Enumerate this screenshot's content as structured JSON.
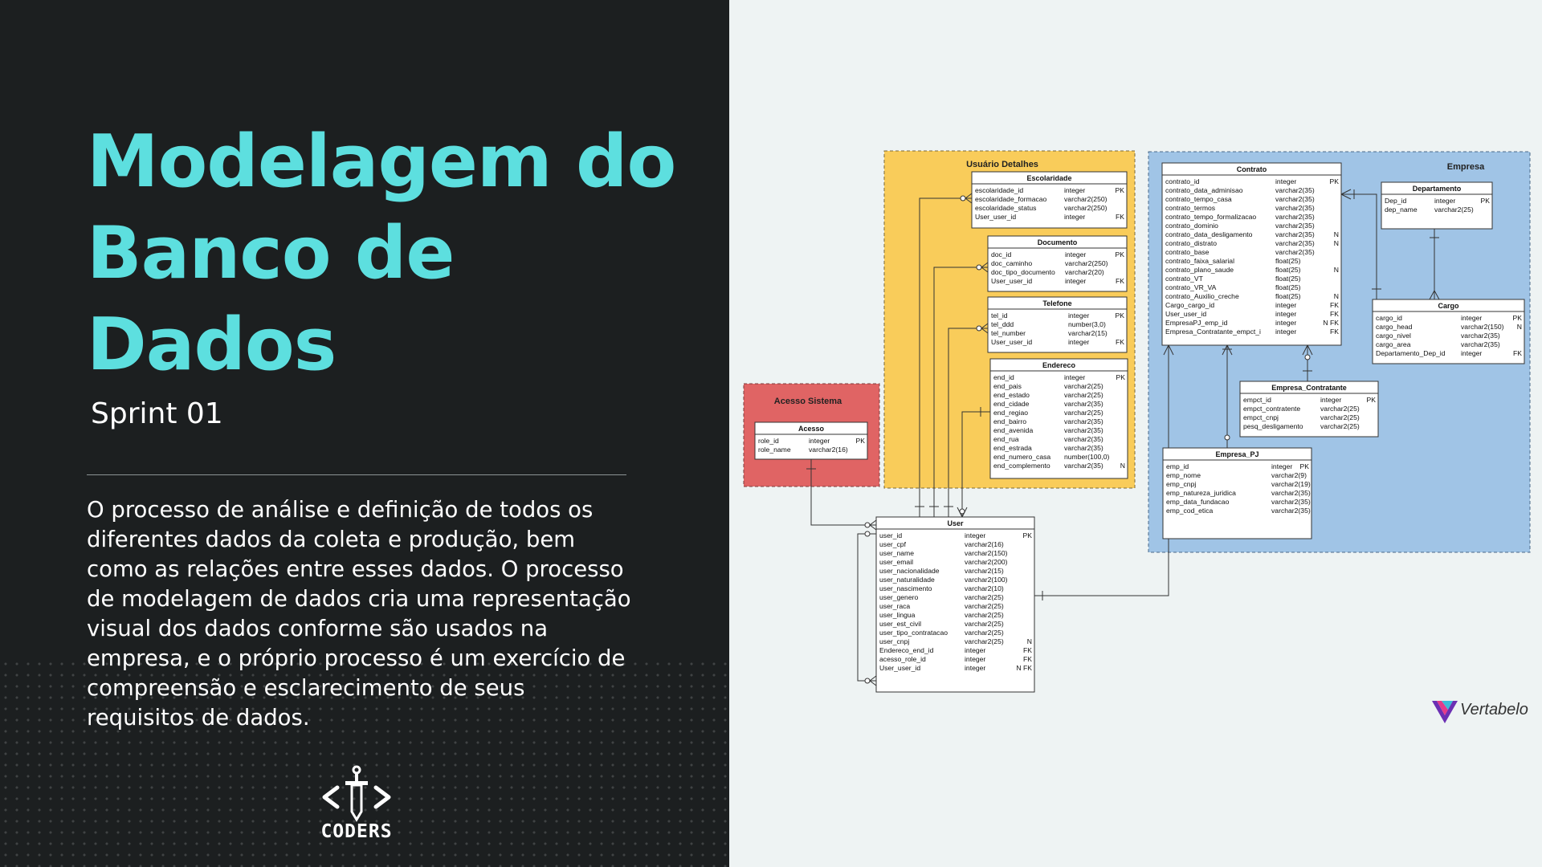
{
  "slide": {
    "title": "Modelagem do Banco de Dados",
    "subtitle": "Sprint 01",
    "paragraph": "O processo de análise e definição de todos os diferentes dados da coleta e produção, bem como as relações entre esses dados. O processo de modelagem de dados cria uma representação visual dos dados conforme são usados na empresa, e o próprio processo é um exercício de compreensão e esclarecimento de seus requisitos de dados.",
    "logo_text": "CODERS",
    "brand_text": "Vertabelo"
  },
  "colors": {
    "dark_bg": "#1c1f20",
    "accent": "#5ddfdf",
    "group_yellow": "#f9cc5a",
    "group_red": "#e06464",
    "group_blue": "#a0c4e6"
  },
  "diagram": {
    "groups": [
      {
        "id": "usuario",
        "title": "Usuário Detalhes"
      },
      {
        "id": "acesso",
        "title": "Acesso Sistema"
      },
      {
        "id": "empresa",
        "title": "Empresa"
      }
    ],
    "tables": [
      {
        "id": "escolaridade",
        "name": "Escolaridade",
        "cols": [
          [
            "escolaridade_id",
            "integer",
            "PK"
          ],
          [
            "escolaridade_formacao",
            "varchar2(250)",
            ""
          ],
          [
            "escolaridade_status",
            "varchar2(250)",
            ""
          ],
          [
            "User_user_id",
            "integer",
            "FK"
          ]
        ]
      },
      {
        "id": "documento",
        "name": "Documento",
        "cols": [
          [
            "doc_id",
            "integer",
            "PK"
          ],
          [
            "doc_caminho",
            "varchar2(250)",
            ""
          ],
          [
            "doc_tipo_documento",
            "varchar2(20)",
            ""
          ],
          [
            "User_user_id",
            "integer",
            "FK"
          ]
        ]
      },
      {
        "id": "telefone",
        "name": "Telefone",
        "cols": [
          [
            "tel_id",
            "integer",
            "PK"
          ],
          [
            "tel_ddd",
            "number(3,0)",
            ""
          ],
          [
            "tel_number",
            "varchar2(15)",
            ""
          ],
          [
            "User_user_id",
            "integer",
            "FK"
          ]
        ]
      },
      {
        "id": "endereco",
        "name": "Endereco",
        "cols": [
          [
            "end_id",
            "integer",
            "PK"
          ],
          [
            "end_pais",
            "varchar2(25)",
            ""
          ],
          [
            "end_estado",
            "varchar2(25)",
            ""
          ],
          [
            "end_cidade",
            "varchar2(35)",
            ""
          ],
          [
            "end_regiao",
            "varchar2(25)",
            ""
          ],
          [
            "end_bairro",
            "varchar2(35)",
            ""
          ],
          [
            "end_avenida",
            "varchar2(35)",
            ""
          ],
          [
            "end_rua",
            "varchar2(35)",
            ""
          ],
          [
            "end_estrada",
            "varchar2(35)",
            ""
          ],
          [
            "end_numero_casa",
            "number(100,0)",
            ""
          ],
          [
            "end_complemento",
            "varchar2(35)",
            "N"
          ]
        ]
      },
      {
        "id": "acesso",
        "name": "Acesso",
        "cols": [
          [
            "role_id",
            "integer",
            "PK"
          ],
          [
            "role_name",
            "varchar2(16)",
            ""
          ]
        ]
      },
      {
        "id": "user",
        "name": "User",
        "cols": [
          [
            "user_id",
            "integer",
            "PK"
          ],
          [
            "user_cpf",
            "varchar2(16)",
            ""
          ],
          [
            "user_name",
            "varchar2(150)",
            ""
          ],
          [
            "user_email",
            "varchar2(200)",
            ""
          ],
          [
            "user_nacionalidade",
            "varchar2(15)",
            ""
          ],
          [
            "user_naturalidade",
            "varchar2(100)",
            ""
          ],
          [
            "user_nascimento",
            "varchar2(10)",
            ""
          ],
          [
            "user_genero",
            "varchar2(25)",
            ""
          ],
          [
            "user_raca",
            "varchar2(25)",
            ""
          ],
          [
            "user_lingua",
            "varchar2(25)",
            ""
          ],
          [
            "user_est_civil",
            "varchar2(25)",
            ""
          ],
          [
            "user_tipo_contratacao",
            "varchar2(25)",
            ""
          ],
          [
            "user_cnpj",
            "varchar2(25)",
            "N"
          ],
          [
            "Endereco_end_id",
            "integer",
            "FK"
          ],
          [
            "acesso_role_id",
            "integer",
            "FK"
          ],
          [
            "User_user_id",
            "integer",
            "N FK"
          ]
        ]
      },
      {
        "id": "contrato",
        "name": "Contrato",
        "cols": [
          [
            "contrato_id",
            "integer",
            "PK"
          ],
          [
            "contrato_data_adminisao",
            "varchar2(35)",
            ""
          ],
          [
            "contrato_tempo_casa",
            "varchar2(35)",
            ""
          ],
          [
            "contrato_termos",
            "varchar2(35)",
            ""
          ],
          [
            "contrato_tempo_formalizacao",
            "varchar2(35)",
            ""
          ],
          [
            "contrato_dominio",
            "varchar2(35)",
            ""
          ],
          [
            "contrato_data_desligamento",
            "varchar2(35)",
            "N"
          ],
          [
            "contrato_distrato",
            "varchar2(35)",
            "N"
          ],
          [
            "contrato_base",
            "varchar2(35)",
            ""
          ],
          [
            "contrato_faixa_salarial",
            "float(25)",
            ""
          ],
          [
            "contrato_plano_saude",
            "float(25)",
            "N"
          ],
          [
            "contrato_VT",
            "float(25)",
            ""
          ],
          [
            "contrato_VR_VA",
            "float(25)",
            ""
          ],
          [
            "contrato_Auxilio_creche",
            "float(25)",
            "N"
          ],
          [
            "Cargo_cargo_id",
            "integer",
            "FK"
          ],
          [
            "User_user_id",
            "integer",
            "FK"
          ],
          [
            "EmpresaPJ_emp_id",
            "integer",
            "N FK"
          ],
          [
            "Empresa_Contratante_empct_i",
            "integer",
            "FK"
          ]
        ]
      },
      {
        "id": "departamento",
        "name": "Departamento",
        "cols": [
          [
            "Dep_id",
            "integer",
            "PK"
          ],
          [
            "dep_name",
            "varchar2(25)",
            ""
          ]
        ]
      },
      {
        "id": "cargo",
        "name": "Cargo",
        "cols": [
          [
            "cargo_id",
            "integer",
            "PK"
          ],
          [
            "cargo_head",
            "varchar2(150)",
            "N"
          ],
          [
            "cargo_nivel",
            "varchar2(35)",
            ""
          ],
          [
            "cargo_area",
            "varchar2(35)",
            ""
          ],
          [
            "Departamento_Dep_id",
            "integer",
            "FK"
          ]
        ]
      },
      {
        "id": "empresa_contratante",
        "name": "Empresa_Contratante",
        "cols": [
          [
            "empct_id",
            "integer",
            "PK"
          ],
          [
            "empct_contratente",
            "varchar2(25)",
            ""
          ],
          [
            "empct_cnpj",
            "varchar2(25)",
            ""
          ],
          [
            "pesq_desligamento",
            "varchar2(25)",
            ""
          ]
        ]
      },
      {
        "id": "empresa_pj",
        "name": "Empresa_PJ",
        "cols": [
          [
            "emp_id",
            "integer",
            "PK"
          ],
          [
            "emp_nome",
            "varchar2(9)",
            ""
          ],
          [
            "emp_cnpj",
            "varchar2(19)",
            ""
          ],
          [
            "emp_natureza_juridica",
            "varchar2(35)",
            ""
          ],
          [
            "emp_data_fundacao",
            "varchar2(35)",
            ""
          ],
          [
            "emp_cod_etica",
            "varchar2(35)",
            ""
          ]
        ]
      }
    ]
  }
}
